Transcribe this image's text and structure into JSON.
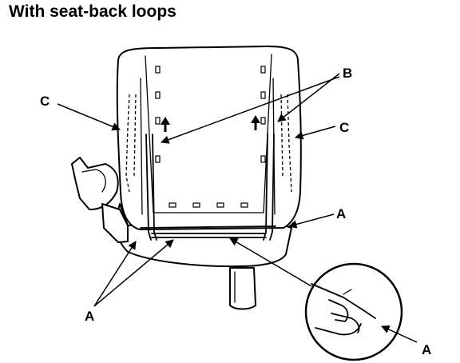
{
  "title": "With seat-back loops",
  "callouts": {
    "a1": "A",
    "a2": "A",
    "a3": "A",
    "b": "B",
    "c_left": "C",
    "c_right": "C"
  },
  "icons": {
    "seat_back": "seat-back-frame",
    "loop": "seat-back-loop",
    "arrow": "up-arrow",
    "magnifier": "detail-circle"
  }
}
